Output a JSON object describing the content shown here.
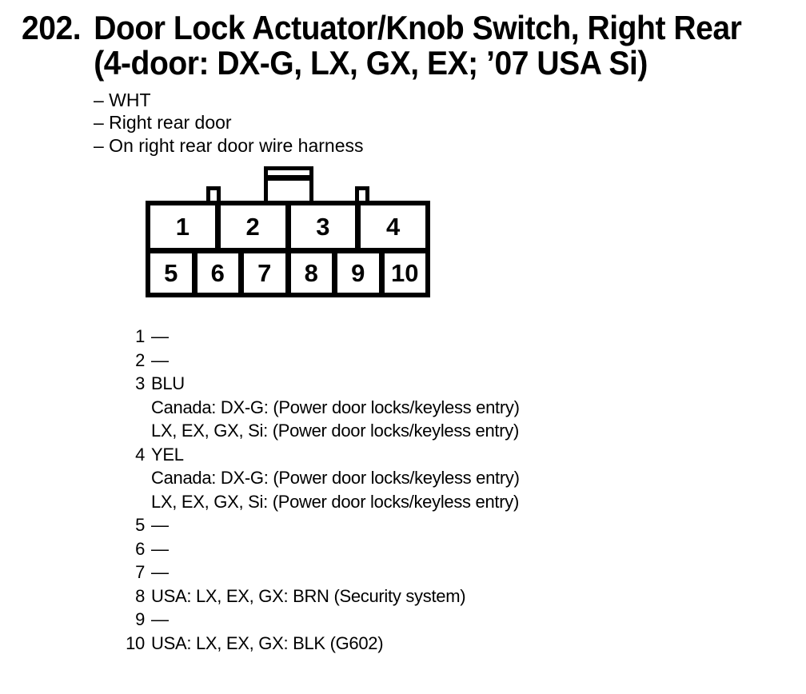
{
  "page": {
    "kind": "wiring manual connector pinout page",
    "paper_color": "#ffffff",
    "ink_color": "#000000"
  },
  "heading": {
    "number": "202.",
    "lines": [
      "Door Lock Actuator/Knob Switch, Right Rear",
      "(4-door: DX-G, LX, GX, EX; ’07 USA Si)"
    ]
  },
  "notes": [
    "– WHT",
    "– Right rear door",
    "– On right rear door wire harness"
  ],
  "connector": {
    "top_row_pins": [
      "1",
      "2",
      "3",
      "4"
    ],
    "bottom_row_pins": [
      "5",
      "6",
      "7",
      "8",
      "9",
      "10"
    ]
  },
  "pins": [
    {
      "num": "1",
      "lines": [
        "—"
      ]
    },
    {
      "num": "2",
      "lines": [
        "—"
      ]
    },
    {
      "num": "3",
      "lines": [
        "BLU",
        "Canada: DX-G: (Power door locks/keyless entry)",
        "LX, EX, GX, Si: (Power door locks/keyless entry)"
      ]
    },
    {
      "num": "4",
      "lines": [
        "YEL",
        "Canada: DX-G: (Power door locks/keyless entry)",
        "LX, EX, GX, Si: (Power door locks/keyless entry)"
      ]
    },
    {
      "num": "5",
      "lines": [
        "—"
      ]
    },
    {
      "num": "6",
      "lines": [
        "—"
      ]
    },
    {
      "num": "7",
      "lines": [
        "—"
      ]
    },
    {
      "num": "8",
      "lines": [
        "USA: LX, EX, GX: BRN (Security system)"
      ]
    },
    {
      "num": "9",
      "lines": [
        "—"
      ]
    },
    {
      "num": "10",
      "lines": [
        "USA: LX, EX, GX: BLK (G602)"
      ]
    }
  ]
}
